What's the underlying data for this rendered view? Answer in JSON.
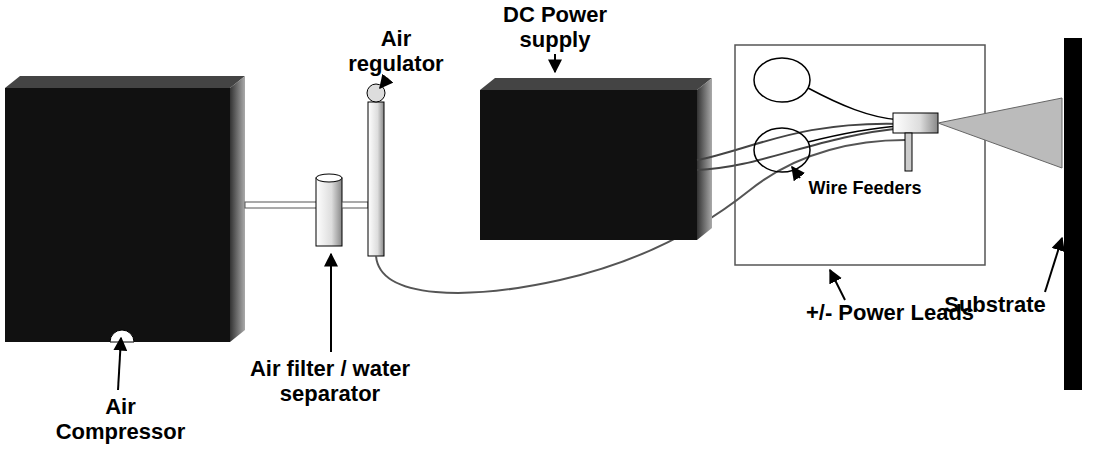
{
  "diagram": {
    "labels": [
      "DC Power supply",
      "Air regulator",
      "Air filter / water separator",
      "Air Compressor",
      "Wire Feeders",
      "+/- Power Leads",
      "Substrate"
    ]
  }
}
